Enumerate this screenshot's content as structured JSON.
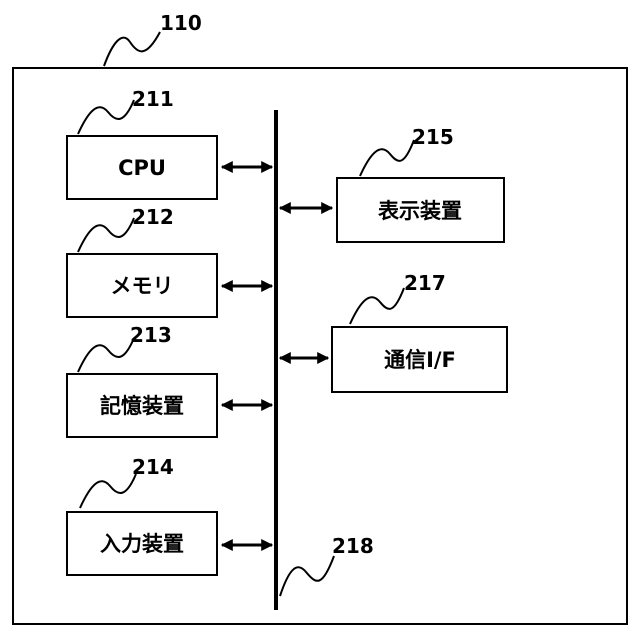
{
  "diagram": {
    "device": {
      "ref": "110"
    },
    "bus": {
      "ref": "218"
    },
    "components": [
      {
        "id": "cpu",
        "ref": "211",
        "label": "CPU"
      },
      {
        "id": "memory",
        "ref": "212",
        "label": "メモリ"
      },
      {
        "id": "storage",
        "ref": "213",
        "label": "記憶装置"
      },
      {
        "id": "input",
        "ref": "214",
        "label": "入力装置"
      },
      {
        "id": "display",
        "ref": "215",
        "label": "表示装置"
      },
      {
        "id": "comm",
        "ref": "217",
        "label": "通信I/F"
      }
    ]
  }
}
